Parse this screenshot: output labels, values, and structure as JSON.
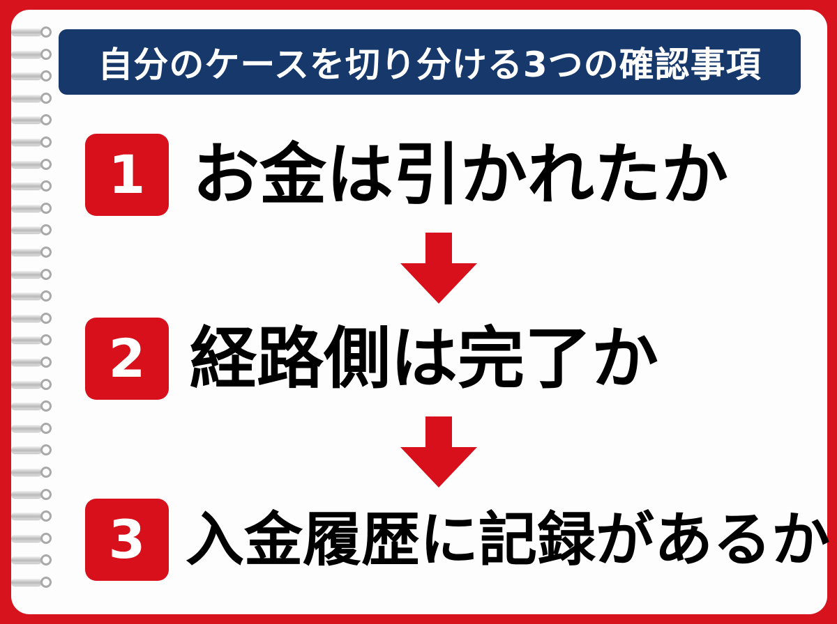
{
  "title": "自分のケースを切り分ける3つの確認事項",
  "steps": [
    {
      "number": "1",
      "text": "お金は引かれたか"
    },
    {
      "number": "2",
      "text": "経路側は完了か"
    },
    {
      "number": "3",
      "text": "入金履歴に記録があるか"
    }
  ],
  "colors": {
    "frame": "#d7141e",
    "title_bg": "#17386b",
    "badge": "#d8101c",
    "arrow": "#d8101c",
    "text": "#000000"
  },
  "icons": {
    "arrow": "arrow-down-icon",
    "binding": "spiral-binding"
  }
}
